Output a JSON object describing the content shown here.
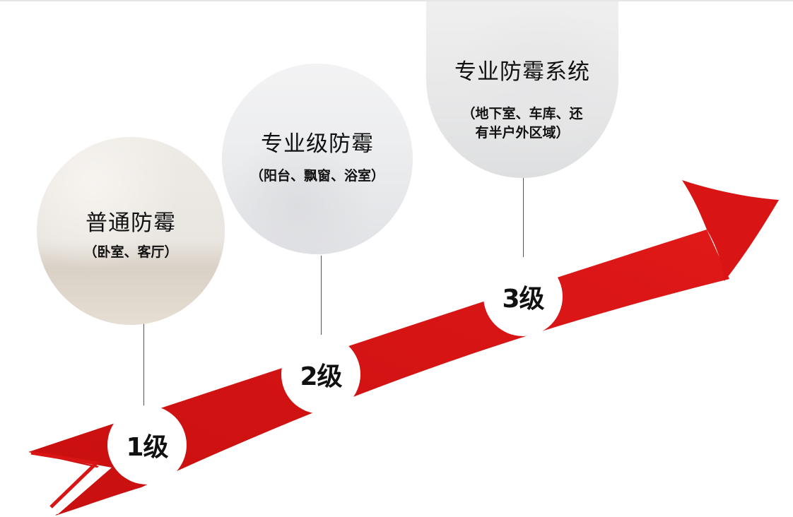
{
  "accent_color": "#d91414",
  "steps": [
    {
      "level": "1级",
      "title": "普通防霉",
      "subtitle_lines": [
        "（卧室、客厅）"
      ],
      "background": "living-room-photo"
    },
    {
      "level": "2级",
      "title": "专业级防霉",
      "subtitle_lines": [
        "（阳台、飘窗、浴室）"
      ],
      "background": "hand-washing-photo"
    },
    {
      "level": "3级",
      "title": "专业防霉系统",
      "subtitle_lines": [
        "（地下室、车库、还",
        "有半户外区域）"
      ],
      "background": "garage-cars-photo"
    }
  ]
}
